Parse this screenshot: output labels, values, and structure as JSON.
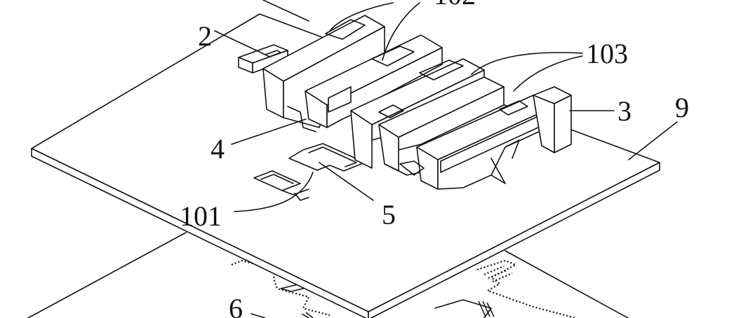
{
  "figure": {
    "labels": {
      "l2": "2",
      "l102": "102",
      "l103": "103",
      "l3": "3",
      "l9": "9",
      "l4": "4",
      "l101": "101",
      "l5": "5",
      "l6": "6"
    }
  }
}
